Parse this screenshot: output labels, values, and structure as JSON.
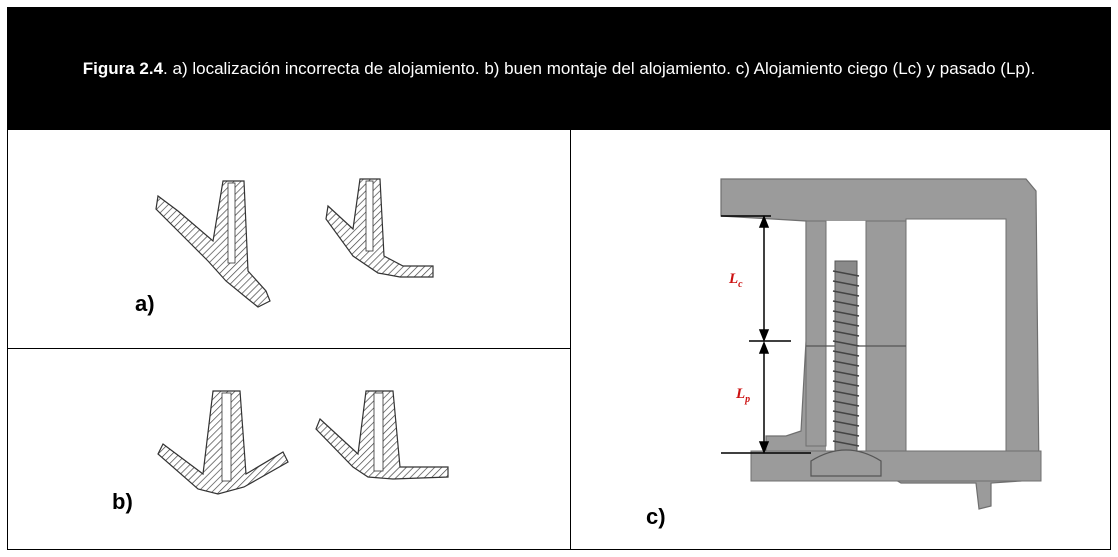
{
  "caption": {
    "label": "Figura 2.4",
    "text": ". a) localización incorrecta de alojamiento. b) buen montaje del alojamiento. c) Alojamiento ciego (Lc) y pasado (Lp)."
  },
  "panels": {
    "a": {
      "label": "a)"
    },
    "b": {
      "label": "b)"
    },
    "c": {
      "label": "c)",
      "dim_blind": "L",
      "dim_blind_sub": "c",
      "dim_through": "L",
      "dim_through_sub": "p"
    }
  },
  "colors": {
    "caption_bg": "#000000",
    "caption_text": "#ffffff",
    "part_gray": "#9b9b9b",
    "dimension_red": "#cc1111"
  }
}
